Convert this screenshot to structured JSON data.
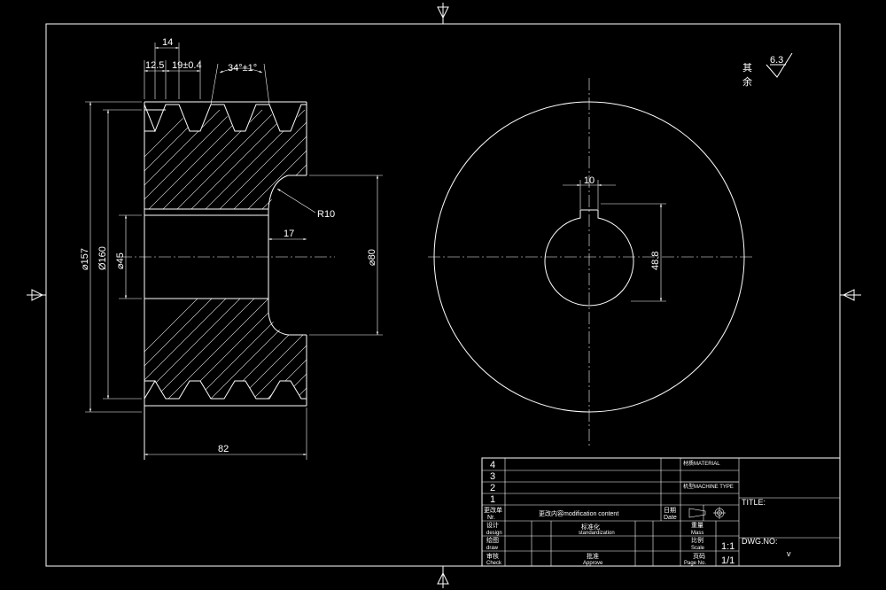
{
  "dimensions": {
    "width_total": "14",
    "groove_pitch_offset": "12.5",
    "groove_pitch": "19±0.4",
    "groove_angle": "34°±1°",
    "outer_diameter": "⌀157",
    "pitch_diameter": "Ø160",
    "bore_diameter": "⌀45",
    "hub_diameter": "⌀80",
    "hub_depth": "17",
    "fillet_radius": "R10",
    "overall_length": "82",
    "keyway_width": "10",
    "keyway_depth": "48.8"
  },
  "roughness": {
    "label_line1": "其",
    "label_line2": "余",
    "value": "6.3"
  },
  "title_block": {
    "rev_rows": [
      "4",
      "3",
      "2",
      "1"
    ],
    "rev_header_no": "更改单",
    "rev_header_no_en": "Nr.",
    "rev_header_content": "更改内容modification content",
    "rev_header_date": "日期",
    "rev_header_date_en": "Date",
    "design": "设计",
    "design_en": "design",
    "draw": "绘图",
    "draw_en": "draw",
    "check": "审核",
    "check_en": "Check",
    "standardization": "标准化",
    "standardization_en": "standardization",
    "approve": "批准",
    "approve_en": "Approve",
    "mass": "重量",
    "mass_en": "Mass",
    "scale": "比例",
    "scale_en": "Scale",
    "scale_value": "1:1",
    "page": "页码",
    "page_en": "Page No.",
    "page_value": "1/1",
    "material": "材质MATERIAL",
    "machine_type": "机型MACHINE TYPE",
    "title": "TITLE:",
    "dwg_no": "DWG.NO:",
    "dwg_value": "v"
  }
}
